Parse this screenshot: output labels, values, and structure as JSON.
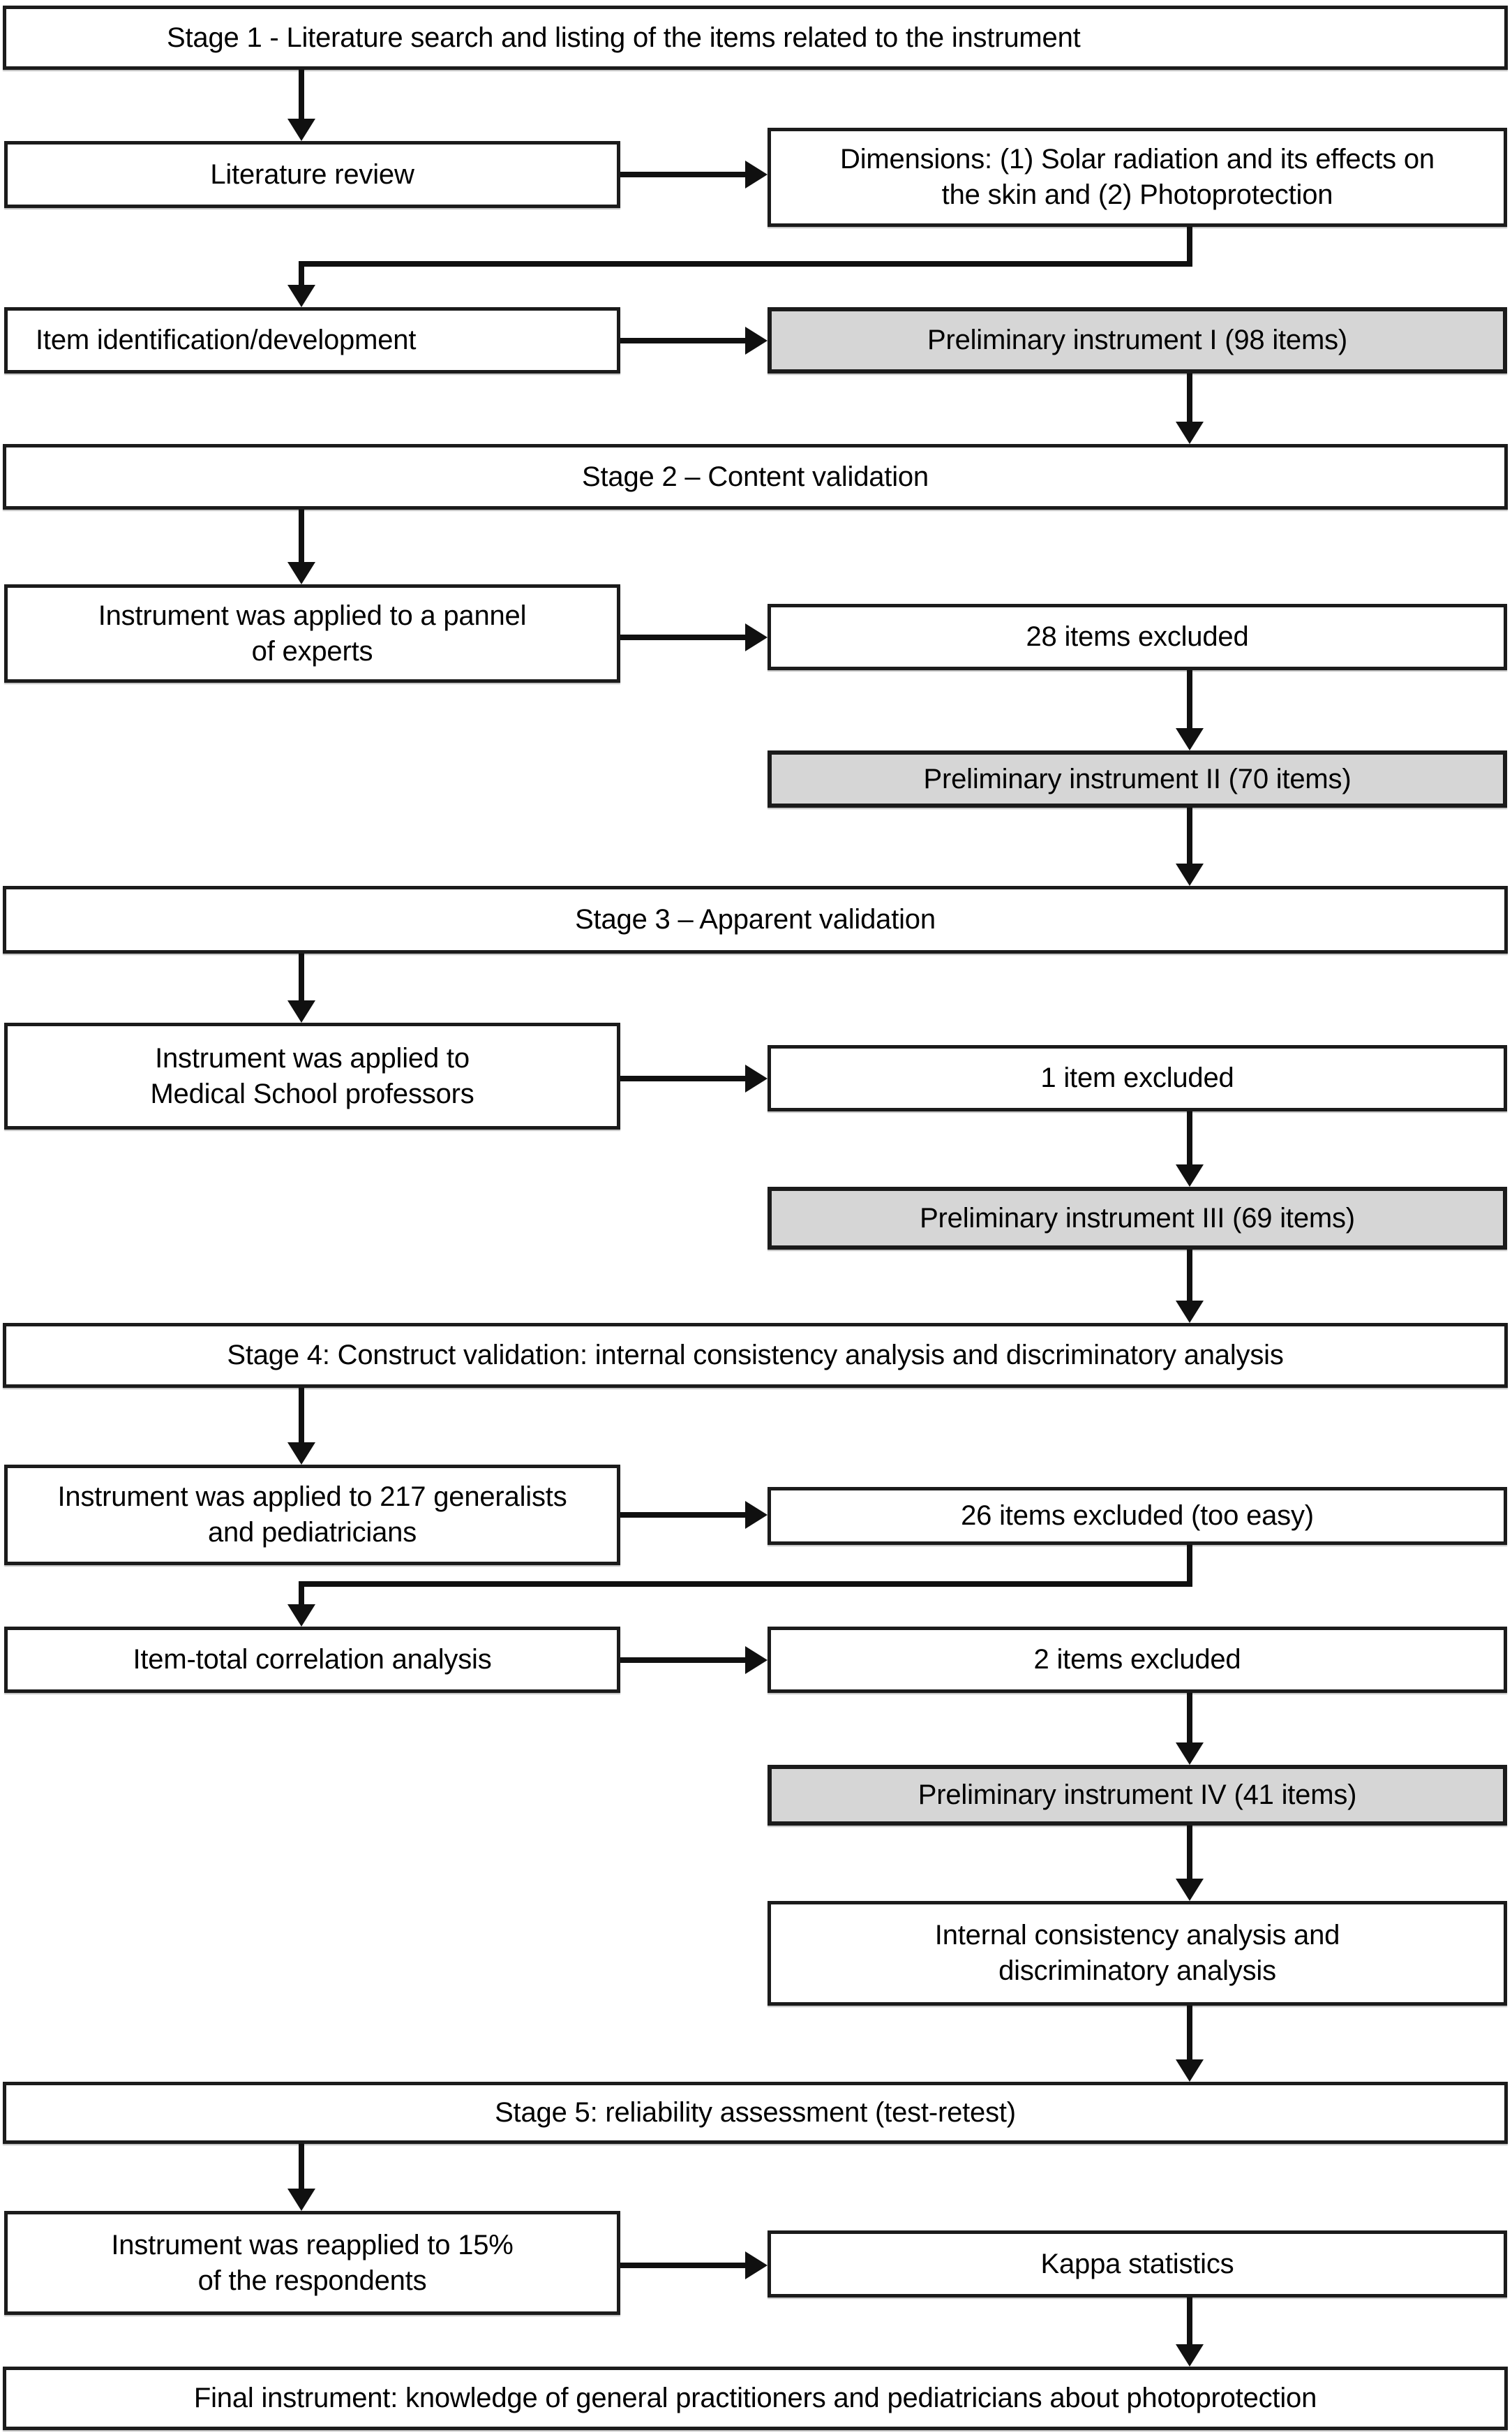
{
  "flowchart": {
    "colors": {
      "background": "#ffffff",
      "box_border": "#1b1b1b",
      "white_box_fill": "#ffffff",
      "gray_box_fill": "#d6d6d6",
      "arrow": "#101010",
      "text": "#000000"
    },
    "nodes": [
      {
        "id": "stage1",
        "kind": "stage",
        "label": "Stage 1 - Literature search and listing of the items related to the instrument"
      },
      {
        "id": "literature-review",
        "kind": "process",
        "label": "Literature review"
      },
      {
        "id": "dimensions",
        "kind": "process",
        "label": "Dimensions: (1) Solar radiation and its effects on\nthe skin and (2) Photoprotection"
      },
      {
        "id": "item-identification",
        "kind": "process",
        "label": "Item identification/development"
      },
      {
        "id": "preliminary-instrument-1",
        "kind": "result",
        "label": "Preliminary instrument I (98 items)"
      },
      {
        "id": "stage2",
        "kind": "stage",
        "label": "Stage 2 – Content validation"
      },
      {
        "id": "panel-of-experts",
        "kind": "process",
        "label": "Instrument was applied to a pannel\nof experts"
      },
      {
        "id": "items-excluded-28",
        "kind": "process",
        "label": "28 items excluded"
      },
      {
        "id": "preliminary-instrument-2",
        "kind": "result",
        "label": "Preliminary instrument II (70 items)"
      },
      {
        "id": "stage3",
        "kind": "stage",
        "label": "Stage 3 – Apparent validation"
      },
      {
        "id": "medical-school-professors",
        "kind": "process",
        "label": "Instrument was applied to\nMedical School professors"
      },
      {
        "id": "item-excluded-1",
        "kind": "process",
        "label": "1 item excluded"
      },
      {
        "id": "preliminary-instrument-3",
        "kind": "result",
        "label": "Preliminary instrument III (69 items)"
      },
      {
        "id": "stage4",
        "kind": "stage",
        "label": "Stage 4: Construct validation: internal consistency analysis and discriminatory analysis"
      },
      {
        "id": "generalists-217",
        "kind": "process",
        "label": "Instrument was applied to 217 generalists\nand pediatricians"
      },
      {
        "id": "items-excluded-26",
        "kind": "process",
        "label": "26 items excluded (too easy)"
      },
      {
        "id": "item-total-correlation",
        "kind": "process",
        "label": "Item-total correlation analysis"
      },
      {
        "id": "items-excluded-2",
        "kind": "process",
        "label": "2 items excluded"
      },
      {
        "id": "preliminary-instrument-4",
        "kind": "result",
        "label": "Preliminary instrument IV (41 items)"
      },
      {
        "id": "internal-consistency",
        "kind": "process",
        "label": "Internal consistency analysis and\ndiscriminatory analysis"
      },
      {
        "id": "stage5",
        "kind": "stage",
        "label": "Stage 5: reliability assessment (test-retest)"
      },
      {
        "id": "reapplied-15-percent",
        "kind": "process",
        "label": "Instrument was reapplied to 15%\nof the respondents"
      },
      {
        "id": "kappa-statistics",
        "kind": "process",
        "label": "Kappa statistics"
      },
      {
        "id": "final-instrument",
        "kind": "stage",
        "label": "Final instrument: knowledge of general practitioners and pediatricians about photoprotection"
      }
    ]
  }
}
